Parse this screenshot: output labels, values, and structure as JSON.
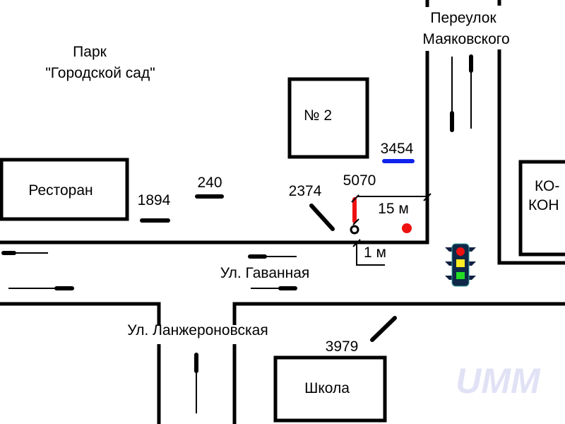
{
  "park": {
    "line1": "Парк",
    "line2": "\"Городской сад\""
  },
  "streets": {
    "pereulok_line1": "Переулок",
    "pereulok_line2": "Маяковского",
    "gavannaya": "Ул. Гаванная",
    "lanzheronovskaya": "Ул. Ланжероновская"
  },
  "buildings": {
    "restaurant": "Ресторан",
    "building2": "№ 2",
    "ko_line1": "КО-",
    "ko_line2": "КОН",
    "school": "Школа"
  },
  "vehicles": [
    {
      "id": "1894",
      "color": "#000000"
    },
    {
      "id": "240",
      "color": "#000000"
    },
    {
      "id": "2374",
      "color": "#000000"
    },
    {
      "id": "5070",
      "color": "#ee1111"
    },
    {
      "id": "3454",
      "color": "#1122ee"
    },
    {
      "id": "3979",
      "color": "#000000"
    }
  ],
  "distances": {
    "d15": "15 м",
    "d1": "1 м"
  },
  "watermark": "UMM",
  "colors": {
    "red_dot": "#ee1111",
    "watermark": "#e2e2f6"
  }
}
